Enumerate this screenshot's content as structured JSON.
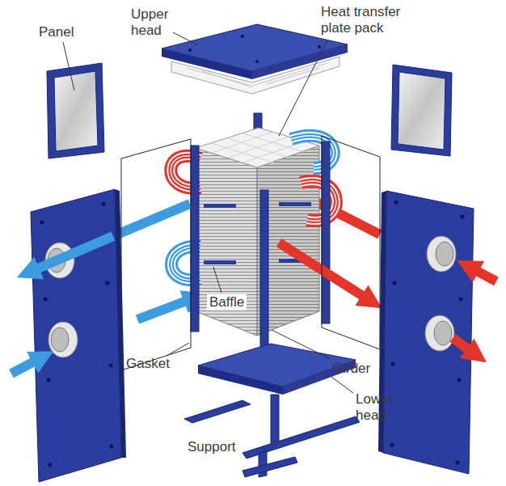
{
  "diagram": {
    "labels": [
      "Panel",
      "Upper head",
      "Heat transfer plate pack",
      "Baffle",
      "Gasket",
      "Girder",
      "Lower head",
      "Support"
    ]
  }
}
